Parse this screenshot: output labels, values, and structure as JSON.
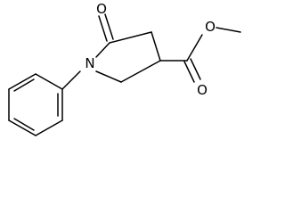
{
  "molecule": {
    "atoms": {
      "ring_nitrogen": "N",
      "lactam_oxygen": "O",
      "ester_carbonyl_oxygen": "O",
      "ester_ether_oxygen": "O"
    },
    "colors": {
      "bond": "#000000",
      "label": "#000000",
      "background": "#ffffff"
    }
  }
}
